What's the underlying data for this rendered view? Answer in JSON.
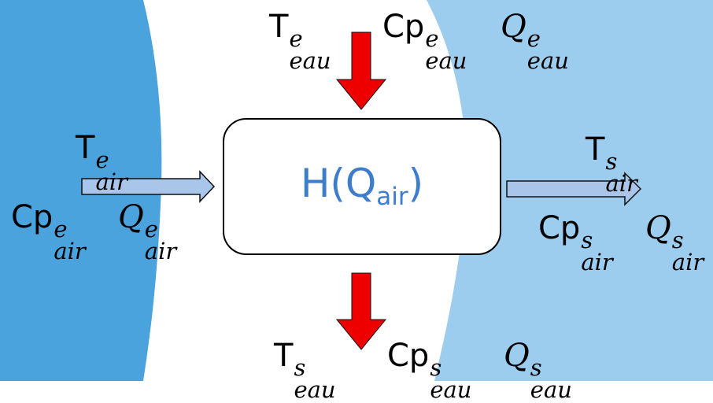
{
  "colors": {
    "left_band": "#4aa3dc",
    "right_band": "#9dcdee",
    "water_arrow": "#ee0000",
    "air_arrow": "#a9c6ea",
    "box_text": "#3d7dcc"
  },
  "box": {
    "func": "H(Q",
    "sub": "air",
    "close": ")"
  },
  "labels": {
    "water_in": {
      "t": {
        "sym": "T",
        "sup": "e",
        "sub": "eau"
      },
      "cp": {
        "sym": "Cp",
        "sup": "e",
        "sub": "eau"
      },
      "q": {
        "sym": "Q",
        "sup": "e",
        "sub": "eau"
      }
    },
    "water_out": {
      "t": {
        "sym": "T",
        "sup": "s",
        "sub": "eau"
      },
      "cp": {
        "sym": "Cp",
        "sup": "s",
        "sub": "eau"
      },
      "q": {
        "sym": "Q",
        "sup": "s",
        "sub": "eau"
      }
    },
    "air_in": {
      "t": {
        "sym": "T",
        "sup": "e",
        "sub": "air"
      },
      "cp": {
        "sym": "Cp",
        "sup": "e",
        "sub": "air"
      },
      "q": {
        "sym": "Q",
        "sup": "e",
        "sub": "air"
      }
    },
    "air_out": {
      "t": {
        "sym": "T",
        "sup": "s",
        "sub": "air"
      },
      "cp": {
        "sym": "Cp",
        "sup": "s",
        "sub": "air"
      },
      "q": {
        "sym": "Q",
        "sup": "s",
        "sub": "air"
      }
    }
  }
}
